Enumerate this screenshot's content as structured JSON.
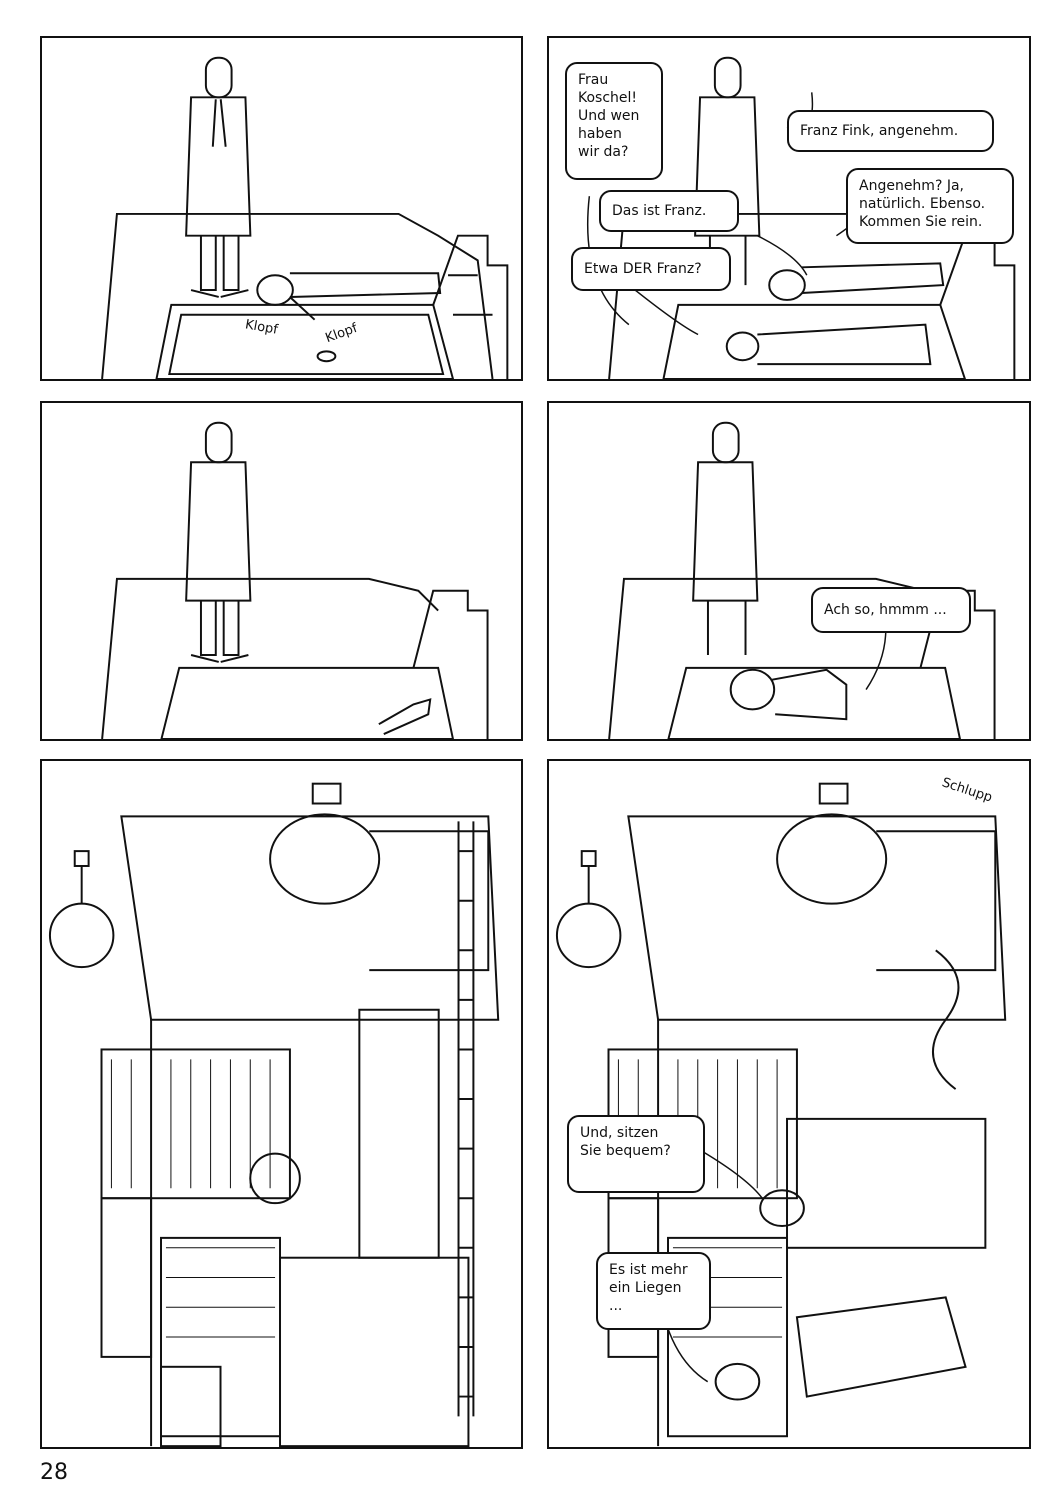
{
  "page_number": "28",
  "panels": {
    "p2": {
      "bubble_frau": "Frau\nKoschel!\nUnd wen\nhaben\nwir da?",
      "bubble_fink": "Franz Fink, angenehm.",
      "bubble_das": "Das ist Franz.",
      "bubble_angenehm": "Angenehm? Ja,\nnatürlich. Ebenso.\nKommen Sie rein.",
      "bubble_etwa": "Etwa DER Franz?"
    },
    "p1": {
      "sfx_klopf1": "Klopf",
      "sfx_klopf2": "Klopf"
    },
    "p4": {
      "bubble_ach": "Ach so, hmmm ..."
    },
    "p6": {
      "sfx_schlupp": "Schlupp",
      "bubble_sitzen": "Und, sitzen\nSie bequem?",
      "bubble_liegen": "Es ist mehr\nein Liegen ..."
    }
  }
}
